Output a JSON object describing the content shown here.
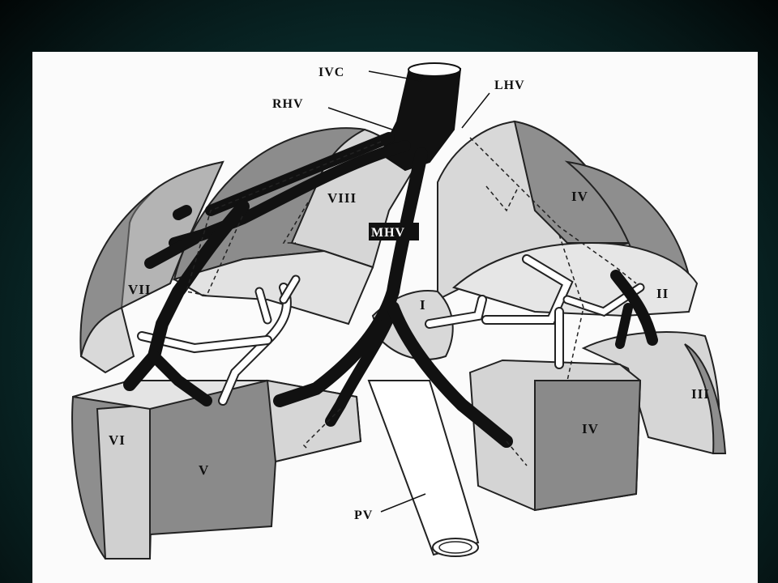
{
  "labels": {
    "ivc": "IVC",
    "rhv": "RHV",
    "lhv": "LHV",
    "mhv": "MHV",
    "pv": "PV"
  },
  "segments": {
    "s1": "I",
    "s2": "II",
    "s3": "III",
    "s4_upper": "IV",
    "s4_lower": "IV",
    "s5": "V",
    "s6": "VI",
    "s7": "VII",
    "s8": "VIII"
  },
  "colors": {
    "background": "#062a2a",
    "vein": "#111111",
    "segment_dark": "#8c8c8c",
    "segment_light": "#d6d6d6"
  }
}
